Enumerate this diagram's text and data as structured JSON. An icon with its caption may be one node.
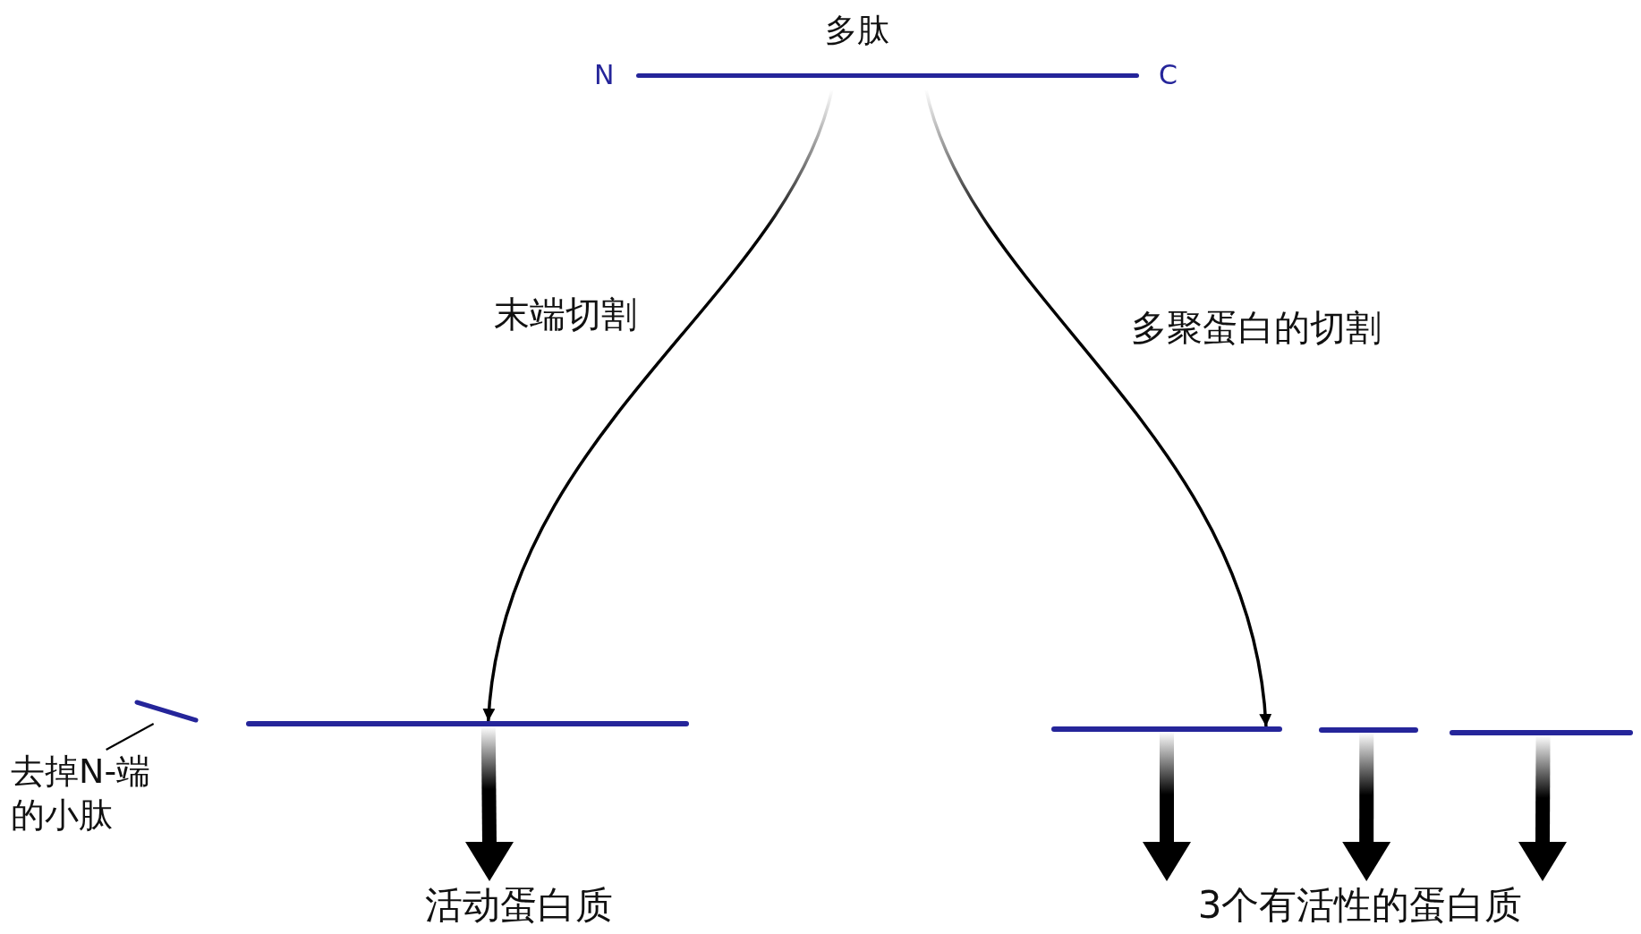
{
  "diagram": {
    "nodes": [
      {
        "text": [
          "多肽"
        ],
        "beside": [
          "N",
          "C"
        ]
      },
      {
        "text": [],
        "shape": "bar"
      },
      {
        "text": [
          "去掉N-端的小肽"
        ]
      },
      {
        "text": [],
        "shape": "bar"
      },
      {
        "text": [],
        "shape": "bar"
      },
      {
        "text": [],
        "shape": "bar"
      },
      {
        "text": [],
        "shape": "bar"
      },
      {
        "text": [
          "活动蛋白质"
        ]
      },
      {
        "text": [
          "3个有活性的蛋白质"
        ]
      }
    ],
    "edges": [
      {
        "from": 0,
        "to": 3,
        "arrow": "to",
        "label": "末端切割"
      },
      {
        "from": 0,
        "to": 4,
        "arrow": "to",
        "label": "多聚蛋白的切割"
      },
      {
        "from": 2,
        "to": 1,
        "arrow": "none"
      },
      {
        "from": 3,
        "to": 7,
        "arrow": "to",
        "style": "thick"
      },
      {
        "from": 4,
        "to": 8,
        "arrow": "to",
        "style": "thick"
      },
      {
        "from": 5,
        "to": 8,
        "arrow": "to",
        "style": "thick"
      },
      {
        "from": 6,
        "to": 8,
        "arrow": "to",
        "style": "thick"
      }
    ]
  }
}
